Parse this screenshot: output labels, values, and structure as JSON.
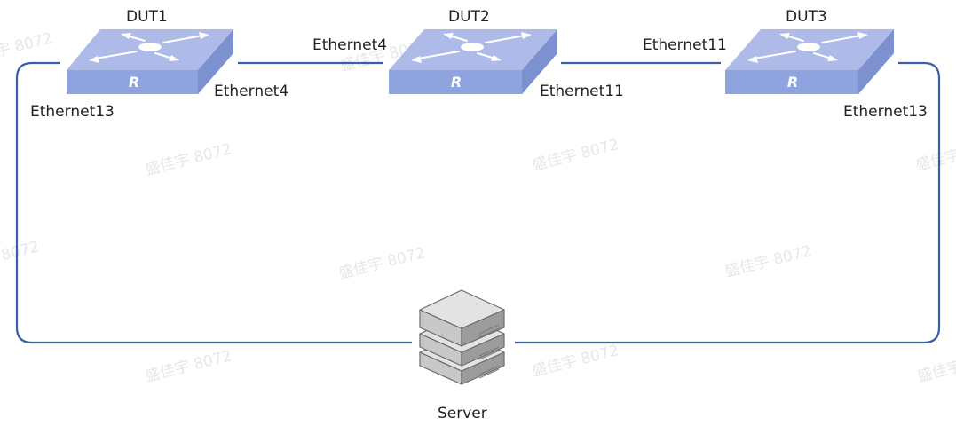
{
  "watermark": "盛佳宇 8072",
  "devices": {
    "dut1": {
      "name": "DUT1",
      "badge": "R"
    },
    "dut2": {
      "name": "DUT2",
      "badge": "R"
    },
    "dut3": {
      "name": "DUT3",
      "badge": "R"
    },
    "server": {
      "name": "Server"
    }
  },
  "ports": {
    "dut1_left": "Ethernet13",
    "dut1_right": "Ethernet4",
    "dut2_left": "Ethernet4",
    "dut2_right": "Ethernet11",
    "dut3_left": "Ethernet11",
    "dut3_right": "Ethernet13"
  },
  "colors": {
    "link": "#3a5fa8",
    "switch_top": "#aebbe9",
    "switch_front": "#8fa3de",
    "switch_side": "#7d90cf",
    "server_light": "#e3e3e3",
    "server_mid": "#c8c8c8",
    "server_dark": "#9c9c9c",
    "server_outline": "#6b6b6b"
  }
}
